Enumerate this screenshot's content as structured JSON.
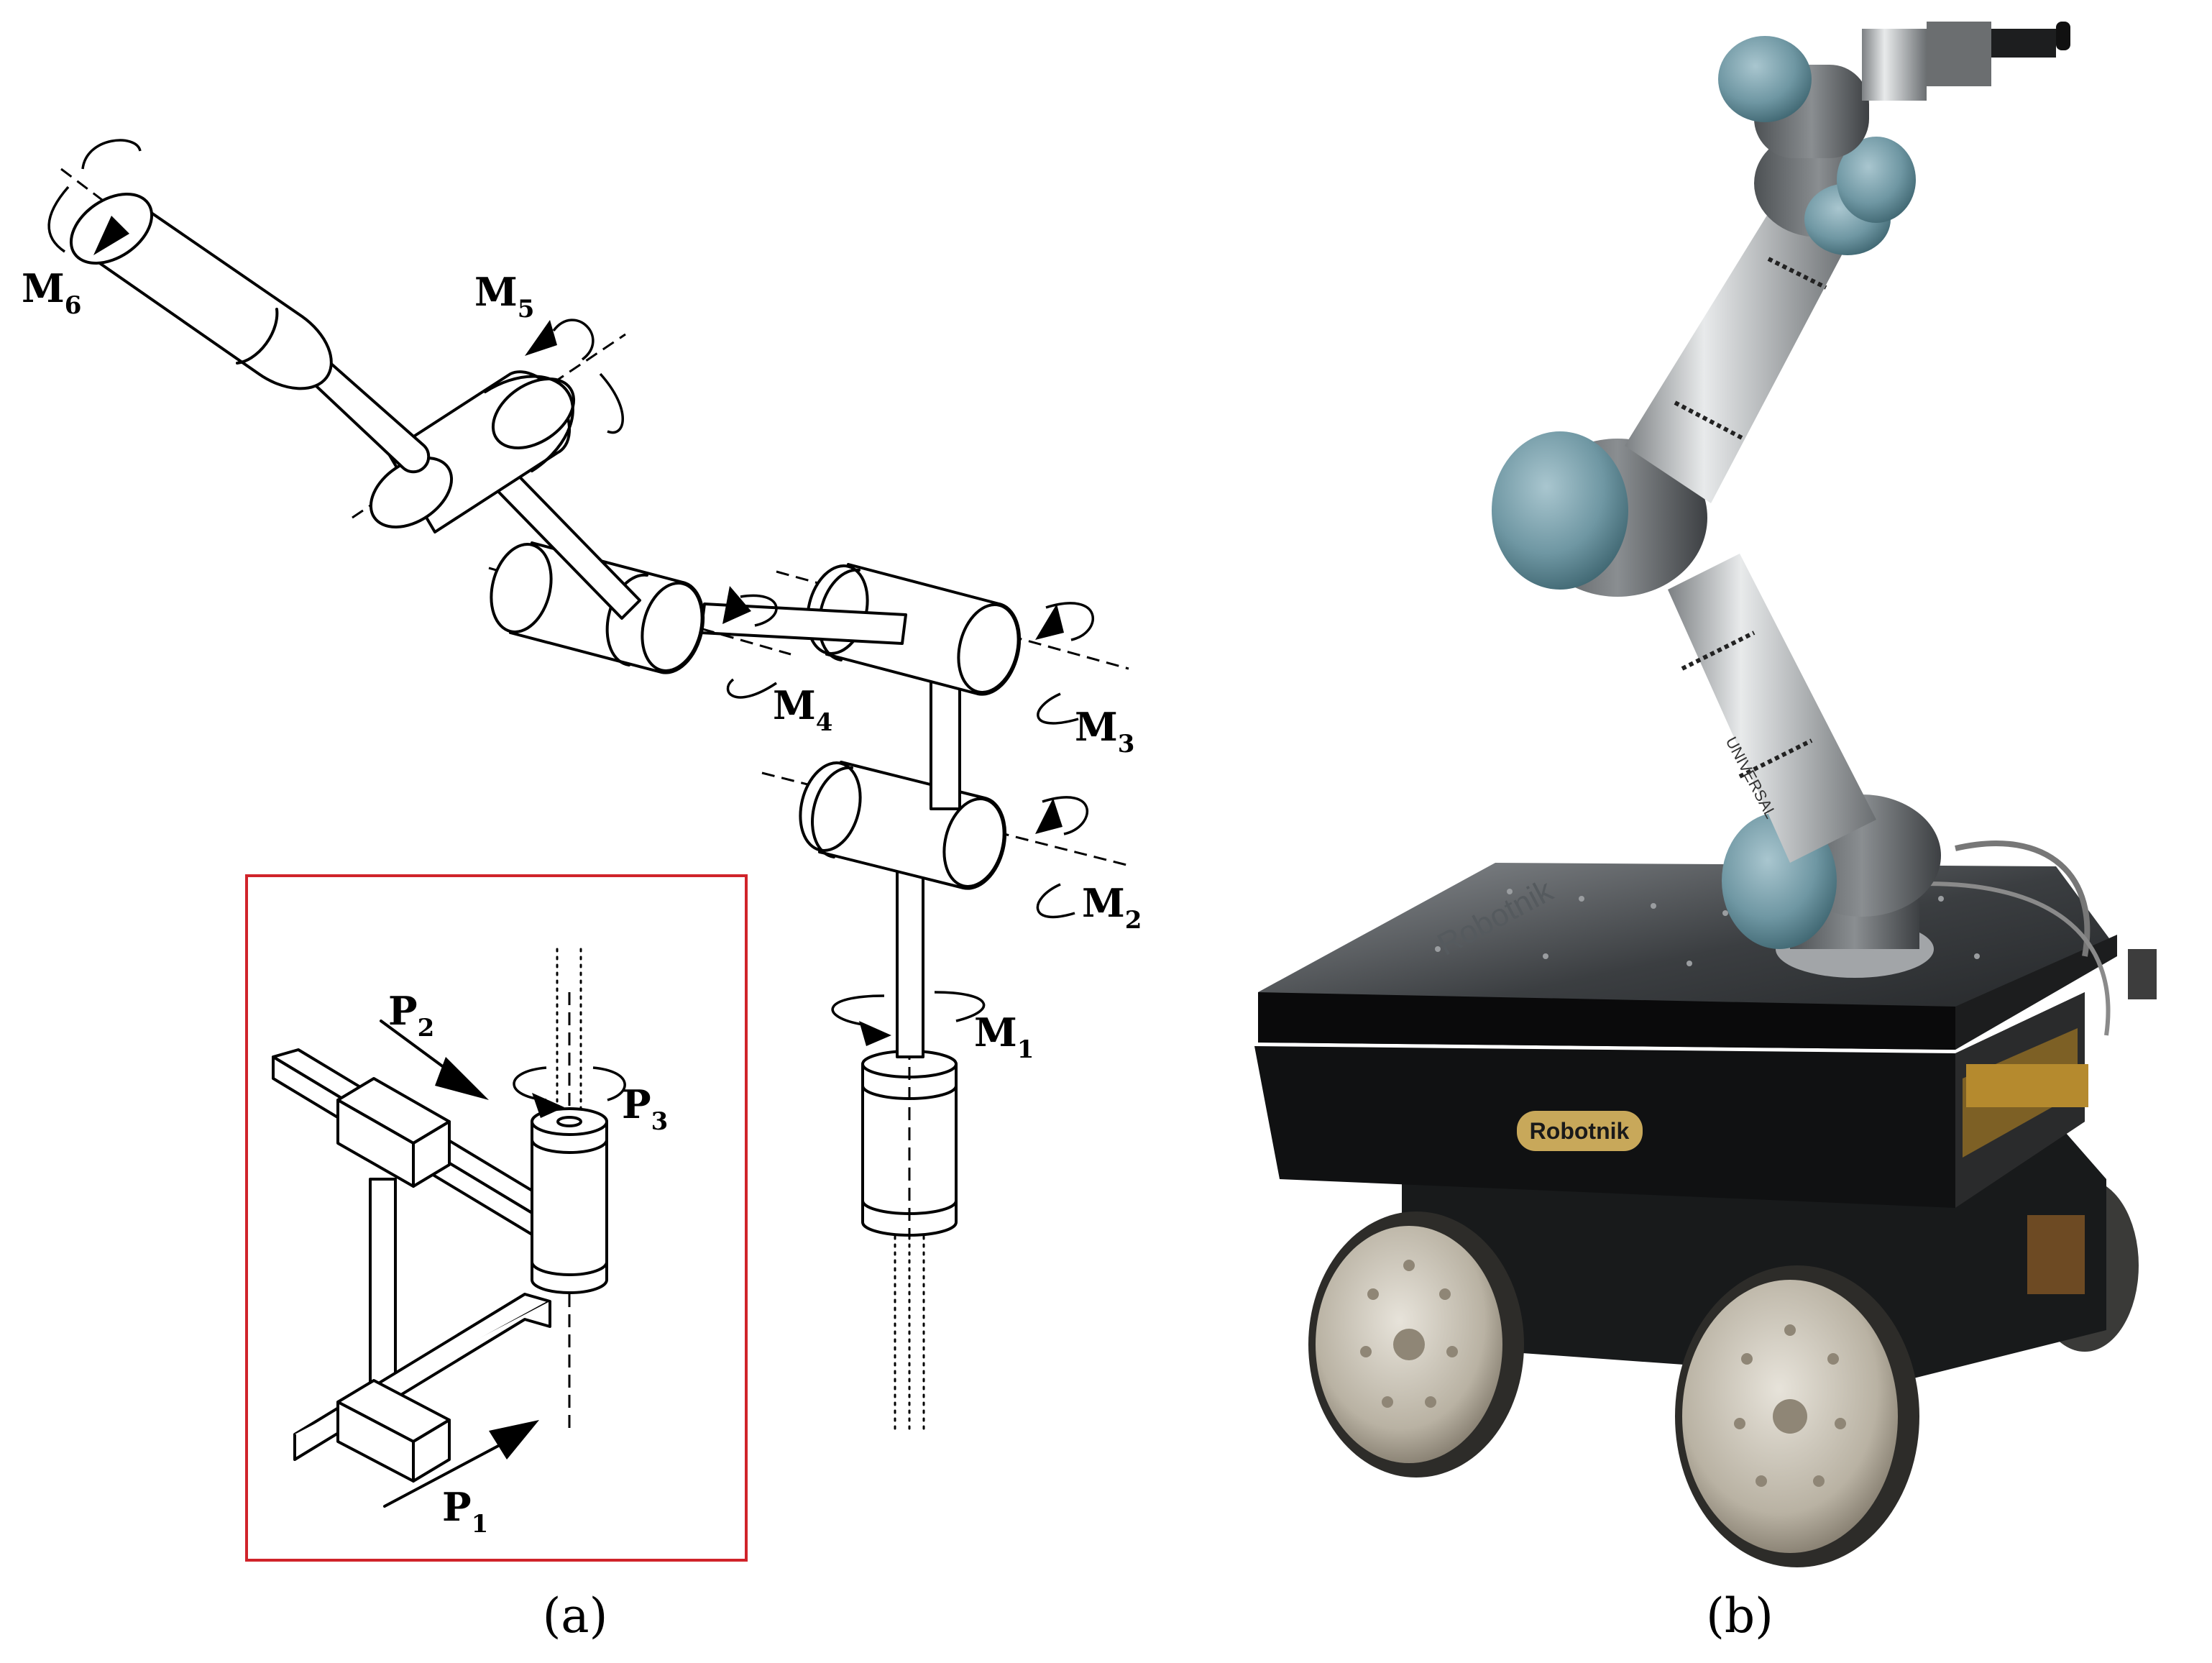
{
  "panel_a": {
    "caption": "(a)",
    "labels": {
      "m1": {
        "main": "M",
        "sub": "1"
      },
      "m2": {
        "main": "M",
        "sub": "2"
      },
      "m3": {
        "main": "M",
        "sub": "3"
      },
      "m4": {
        "main": "M",
        "sub": "4"
      },
      "m5": {
        "main": "M",
        "sub": "5"
      },
      "m6": {
        "main": "M",
        "sub": "6"
      },
      "p1": {
        "main": "P",
        "sub": "1"
      },
      "p2": {
        "main": "P",
        "sub": "2"
      },
      "p3": {
        "main": "P",
        "sub": "3"
      }
    },
    "inset_border_color": "#d0232a"
  },
  "panel_b": {
    "caption": "(b)",
    "base_logo_text": "Robotnik",
    "top_plate_text": "Robotnik",
    "arm_text": "UNIVERSAL"
  },
  "colors": {
    "joint_cap": "#6f97a3",
    "arm_metal": "#b9bcbe",
    "base_body": "#151617",
    "wheel_plate": "#c8c3b8"
  }
}
